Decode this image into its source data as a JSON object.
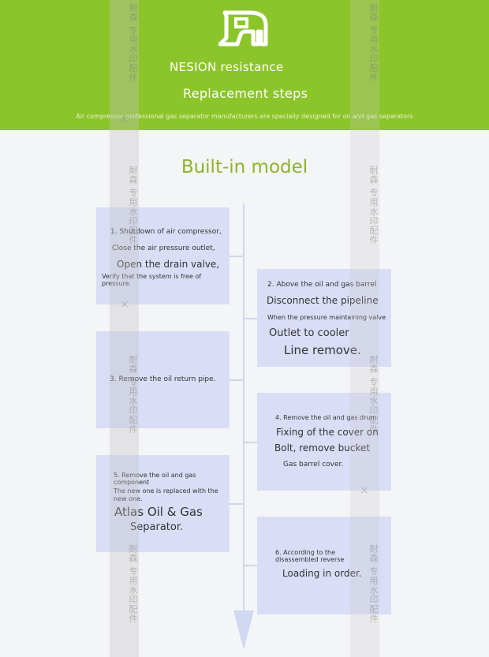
{
  "header": {
    "title_line1": "NESION resistance",
    "title_line2": "Replacement steps",
    "subtitle": "Air compressor professional gas separator manufacturers are specially designed for oil and gas separators",
    "bg_color": "#8cc52a"
  },
  "watermark": {
    "text": "耐森 专用水印配件",
    "close_glyph": "×"
  },
  "section_title": "Built-in model",
  "steps": {
    "s1": {
      "line1": "1. Shutdown of air compressor,",
      "line2": "Close the air pressure outlet,",
      "line3": "Open the drain valve,",
      "line4": "Verify that the system is free of",
      "line5": "pressure."
    },
    "s2": {
      "line1": "2. Above the oil and gas barrel",
      "line2": "Disconnect the pipeline",
      "line3": "When the pressure maintaining valve",
      "line4": "Outlet to cooler",
      "line5": "Line remove."
    },
    "s3": {
      "line1": "3. Remove the oil return pipe."
    },
    "s4": {
      "line1": "4. Remove the oil and gas drum",
      "line2": "Fixing of the cover on",
      "line3": "Bolt, remove bucket",
      "line4": "Gas barrel cover."
    },
    "s5": {
      "line1": "5. Remove the oil and gas",
      "line2": "component",
      "line3": "The new one is replaced with the",
      "line4": "new one.",
      "line5": "Atlas Oil & Gas",
      "line6": "Separator."
    },
    "s6": {
      "line1": "6. According to the",
      "line2": "disassembled reverse",
      "line3": "Loading in order."
    }
  },
  "colors": {
    "accent_green": "#8cc52a",
    "title_green": "#8cb42a",
    "box_fill": "#d0d6f6",
    "timeline": "#cfd6ee"
  }
}
